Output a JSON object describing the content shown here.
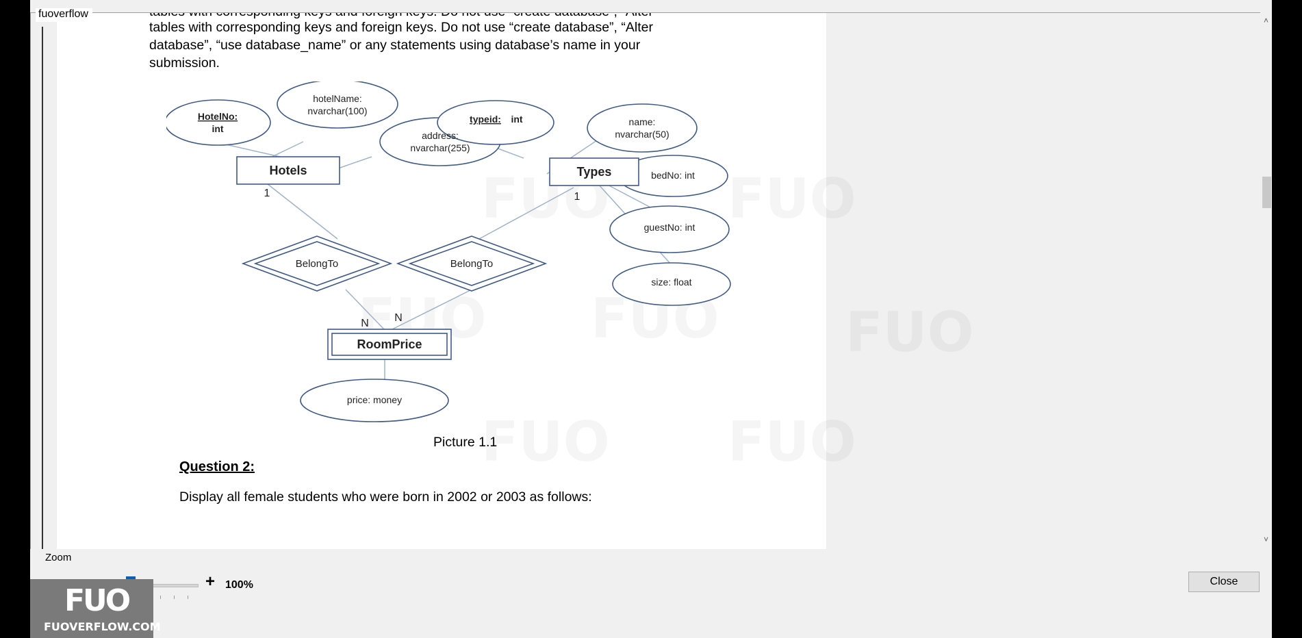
{
  "window": {
    "tab_title": "fuoverflow"
  },
  "document": {
    "clipped_line": "tables with corresponding keys and foreign keys. Do not use “create database”, “Alter",
    "lines": [
      "tables with corresponding keys and foreign keys. Do not use “create database”, “Alter",
      "database”, “use database_name” or any statements using database’s name in your",
      "submission."
    ],
    "caption": "Picture 1.1",
    "question_title": "Question 2:",
    "question_text": "Display all female students who were born in 2002 or 2003 as follows:"
  },
  "diagram": {
    "entities": {
      "hotels": "Hotels",
      "types": "Types",
      "roomprice": "RoomPrice"
    },
    "attributes": {
      "hotelno_key": "HotelNo:",
      "hotelno_type": "int",
      "hotelname_1": "hotelName:",
      "hotelname_2": "nvarchar(100)",
      "address_1": "address:",
      "address_2": "nvarchar(255)",
      "typeid_key": "typeid:",
      "typeid_type": "int",
      "name_1": "name:",
      "name_2": "nvarchar(50)",
      "bedno": "bedNo: int",
      "guestno": "guestNo: int",
      "size": "size: float",
      "price": "price: money"
    },
    "relationships": {
      "r1": "BelongTo",
      "r2": "BelongTo"
    },
    "cardinality": {
      "hotels": "1",
      "types": "1",
      "n1": "N",
      "n2": "N"
    }
  },
  "watermark_text": "FUO",
  "zoom": {
    "label": "Zoom",
    "minus": "-",
    "plus": "+",
    "value": "100%",
    "level_percent": 100
  },
  "buttons": {
    "close": "Close"
  },
  "scroll": {
    "up_icon": "˄",
    "down_icon": "˅"
  },
  "logo": {
    "mark": "FUO",
    "text": "FUOVERFLOW.COM"
  }
}
